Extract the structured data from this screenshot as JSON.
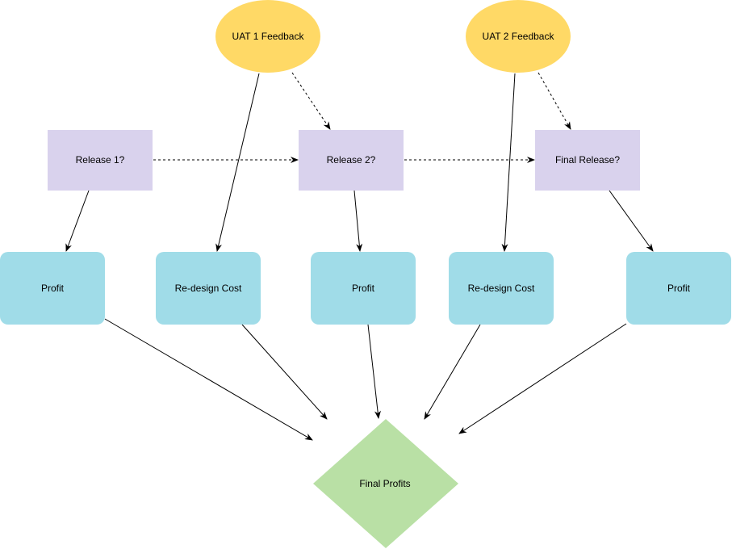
{
  "colors": {
    "feedback_fill": "#ffd966",
    "release_fill": "#d9d2ed",
    "outcome_fill": "#a0dce8",
    "final_fill": "#b9e0a5",
    "edge": "#000000"
  },
  "nodes": {
    "uat1": {
      "label": "UAT 1 Feedback",
      "shape": "ellipse"
    },
    "uat2": {
      "label": "UAT 2 Feedback",
      "shape": "ellipse"
    },
    "release1": {
      "label": "Release 1?",
      "shape": "rectangle"
    },
    "release2": {
      "label": "Release 2?",
      "shape": "rectangle"
    },
    "final_release": {
      "label": "Final Release?",
      "shape": "rectangle"
    },
    "profit1": {
      "label": "Profit",
      "shape": "rounded-rectangle"
    },
    "redesign1": {
      "label": "Re-design Cost",
      "shape": "rounded-rectangle"
    },
    "profit2": {
      "label": "Profit",
      "shape": "rounded-rectangle"
    },
    "redesign2": {
      "label": "Re-design Cost",
      "shape": "rounded-rectangle"
    },
    "profit3": {
      "label": "Profit",
      "shape": "rounded-rectangle"
    },
    "final_profits": {
      "label": "Final Profits",
      "shape": "diamond"
    }
  },
  "edges": [
    {
      "from": "uat1",
      "to": "release2",
      "style": "dashed"
    },
    {
      "from": "uat2",
      "to": "final_release",
      "style": "dashed"
    },
    {
      "from": "release1",
      "to": "release2",
      "style": "dashed"
    },
    {
      "from": "release2",
      "to": "final_release",
      "style": "dashed"
    },
    {
      "from": "uat1",
      "to": "redesign1",
      "style": "solid"
    },
    {
      "from": "uat2",
      "to": "redesign2",
      "style": "solid"
    },
    {
      "from": "release1",
      "to": "profit1",
      "style": "solid"
    },
    {
      "from": "release2",
      "to": "profit2",
      "style": "solid"
    },
    {
      "from": "final_release",
      "to": "profit3",
      "style": "solid"
    },
    {
      "from": "profit1",
      "to": "final_profits",
      "style": "solid"
    },
    {
      "from": "redesign1",
      "to": "final_profits",
      "style": "solid"
    },
    {
      "from": "profit2",
      "to": "final_profits",
      "style": "solid"
    },
    {
      "from": "redesign2",
      "to": "final_profits",
      "style": "solid"
    },
    {
      "from": "profit3",
      "to": "final_profits",
      "style": "solid"
    }
  ]
}
